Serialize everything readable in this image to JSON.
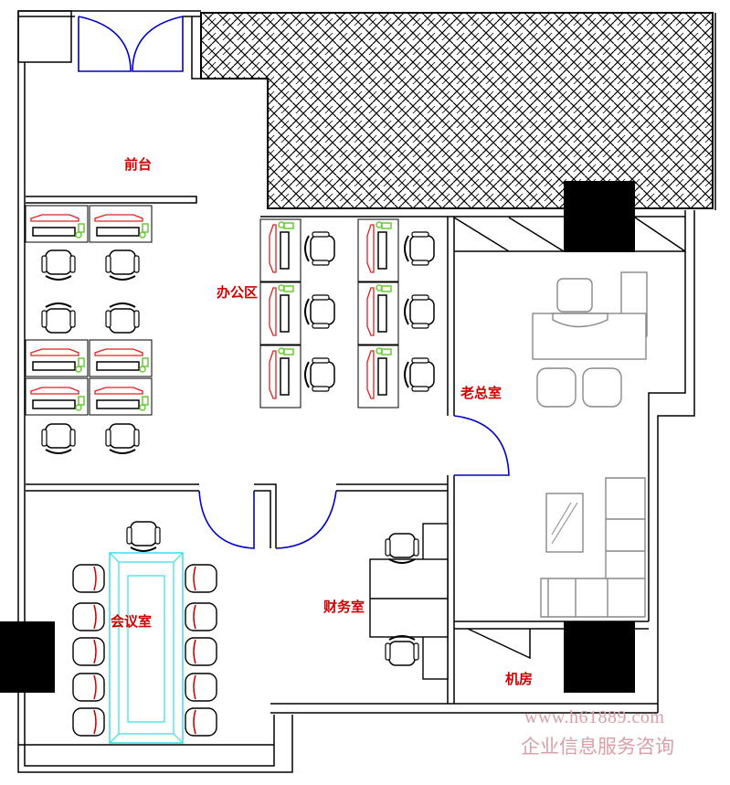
{
  "rooms": {
    "reception": "前台",
    "office_area": "办公区",
    "ceo_office": "老总室",
    "meeting_room": "会议室",
    "finance_room": "财务室",
    "server_room": "机房"
  },
  "watermark": {
    "url": "www.h61889.com",
    "company": "企业信息服务咨询"
  },
  "colors": {
    "label": "#d00000",
    "door": "#0000cc",
    "monitor": "#e02020",
    "phone": "#66cc33",
    "meeting_table": "#33e0e8",
    "furniture_gray": "#888888"
  }
}
